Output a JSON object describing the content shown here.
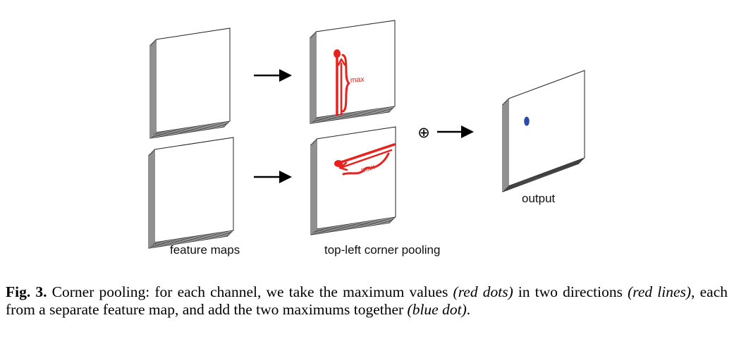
{
  "diagram": {
    "labels": {
      "feature_maps": "feature maps",
      "pooling": "top-left corner pooling",
      "output": "output",
      "max_vertical": "max",
      "max_horizontal": "max",
      "sum_symbol": "⊕"
    },
    "colors": {
      "pooling_marks": "#e8211c",
      "output_dot": "#2e4aa6",
      "stack_outline": "#222222",
      "arrow": "#000000"
    }
  },
  "caption": {
    "label": "Fig. 3.",
    "t1": " Corner pooling: for each channel, we take the maximum values ",
    "i1": "(red dots)",
    "t2": " in two directions ",
    "i2": "(red lines)",
    "t3": ", each from a separate feature map, and add the two maximums together ",
    "i3": "(blue dot)",
    "t4": "."
  }
}
